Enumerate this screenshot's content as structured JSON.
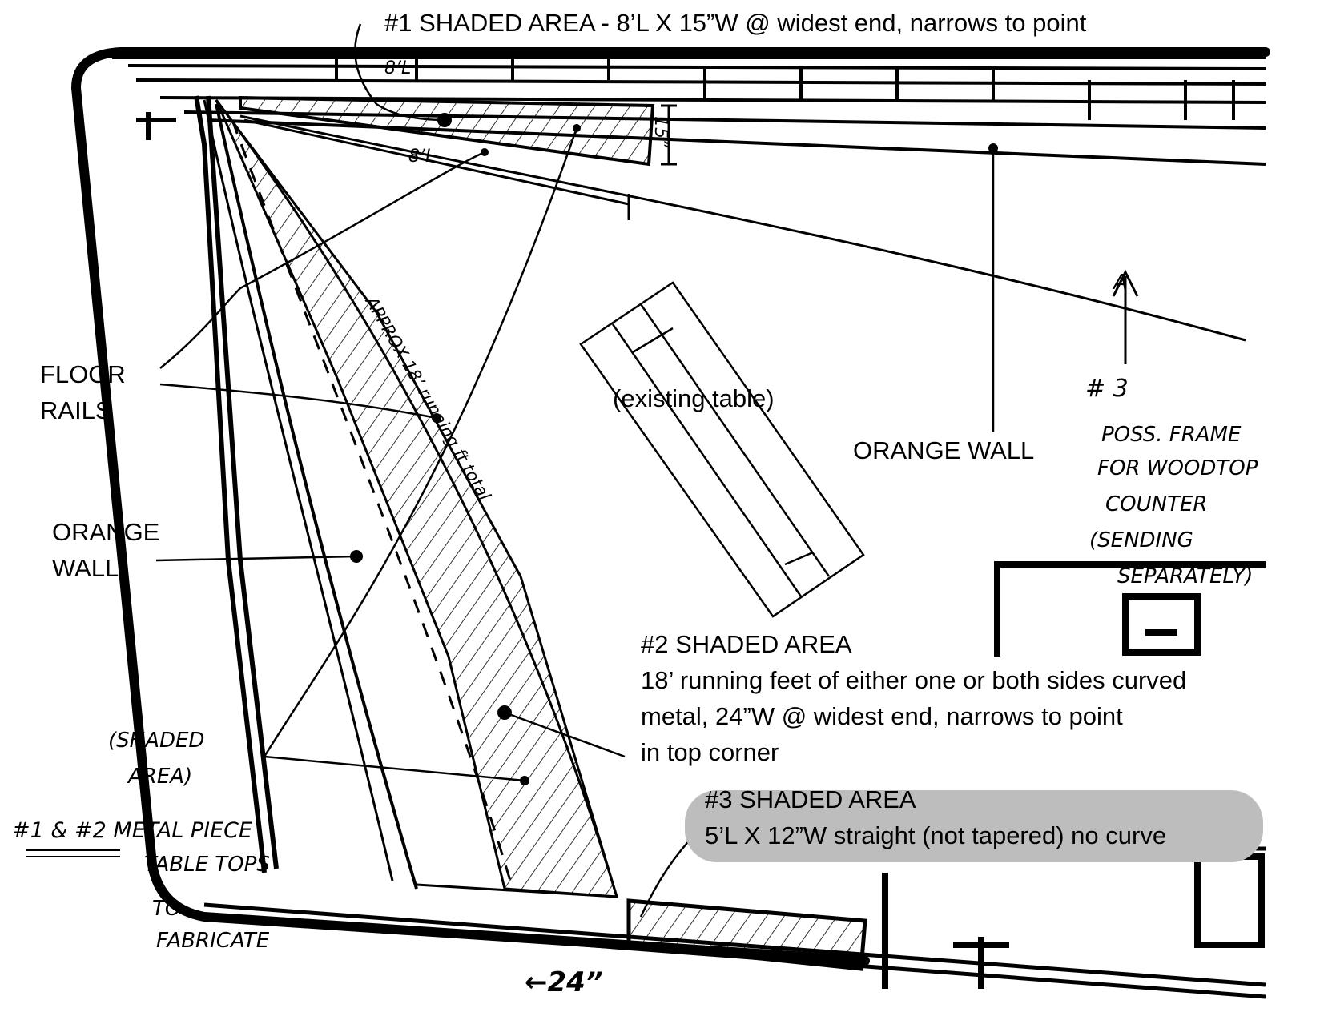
{
  "labels": {
    "area1": "#1 SHADED AREA - 8’L X 15”W @ widest end, narrows to point",
    "floor_rails_1": "FLOOR",
    "floor_rails_2": "RAILS",
    "orange_wall_left_1": "ORANGE",
    "orange_wall_left_2": "WALL",
    "orange_wall_right": "ORANGE WALL",
    "existing_table": "(existing table)",
    "area2_title": "#2 SHADED AREA",
    "area2_line1": "18’ running feet of either one or both sides curved",
    "area2_line2": "metal, 24”W @ widest end, narrows to point",
    "area2_line3": "in top corner",
    "area3_title": "#3 SHADED AREA",
    "area3_line1": "5’L X 12”W straight (not tapered) no curve"
  },
  "handwritten": {
    "dim_8l_top": "8’L",
    "dim_15": "15”",
    "dim_8l_lower": "8’L",
    "approx_18": "APPROX 18’ running ft total",
    "num3": "# 3",
    "note3_1": "POSS. FRAME",
    "note3_2": "FOR WOODTOP",
    "note3_3": "COUNTER",
    "note3_4": "(SENDING",
    "note3_5": "SEPARATELY)",
    "shaded_1": "(SHADED",
    "shaded_2": "AREA)",
    "fab_1": "#1 & #2 METAL PIECE",
    "fab_2": "TABLE TOPS",
    "fab_3": "TO",
    "fab_4": "FABRICATE",
    "dim_24": "←24”",
    "arrow_a": "A"
  },
  "colors": {
    "ink": "#000000",
    "paper": "#ffffff",
    "callout_grey": "#bdbdbd"
  }
}
